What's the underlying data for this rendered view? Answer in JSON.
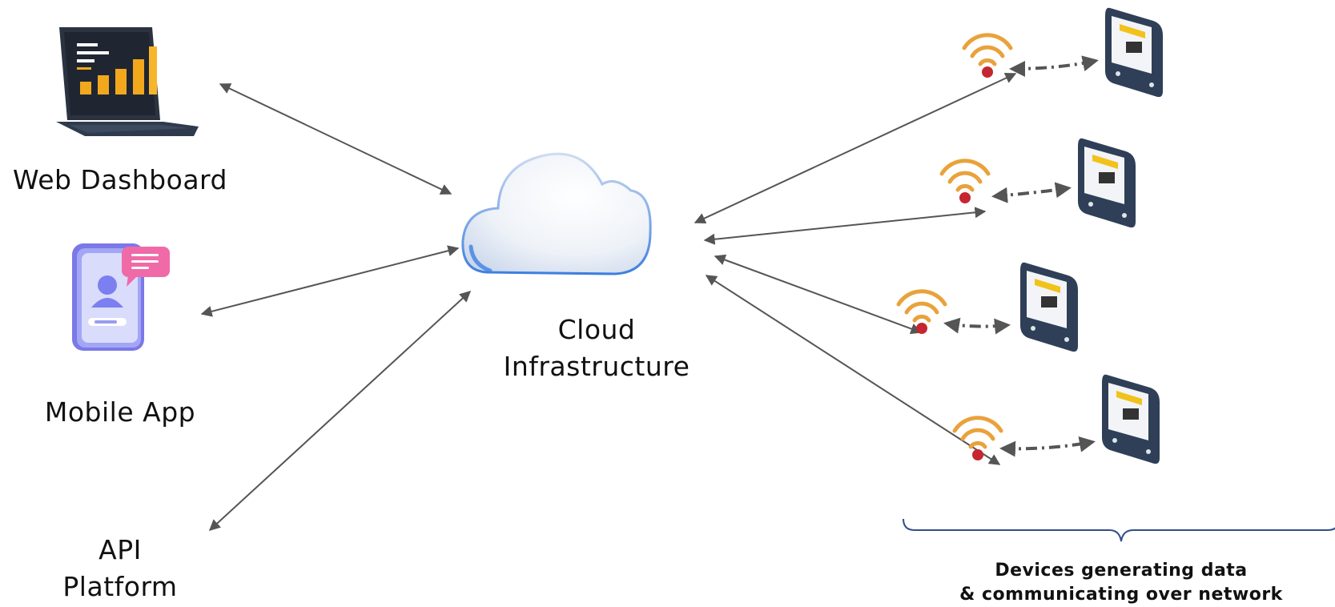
{
  "nodes": {
    "web_dashboard": {
      "label": "Web Dashboard",
      "icon": "laptop-chart-icon"
    },
    "mobile_app": {
      "label": "Mobile App",
      "icon": "smartphone-chat-icon"
    },
    "api_platform": {
      "label": "API\nPlatform"
    },
    "cloud": {
      "label": "Cloud\nInfrastructure",
      "icon": "cloud-icon"
    },
    "devices": {
      "label": "Devices generating data\n& communicating over network",
      "count": 4,
      "device_icon": "smart-meter-icon",
      "signal_icon": "wifi-signal-icon"
    }
  },
  "colors": {
    "connector": "#555555",
    "bracket": "#2f4f87",
    "wifi": "#e9a23b",
    "meter_body": "#2f3f57",
    "meter_tag": "#f2c21b",
    "chart_bar": "#f2a81d"
  }
}
